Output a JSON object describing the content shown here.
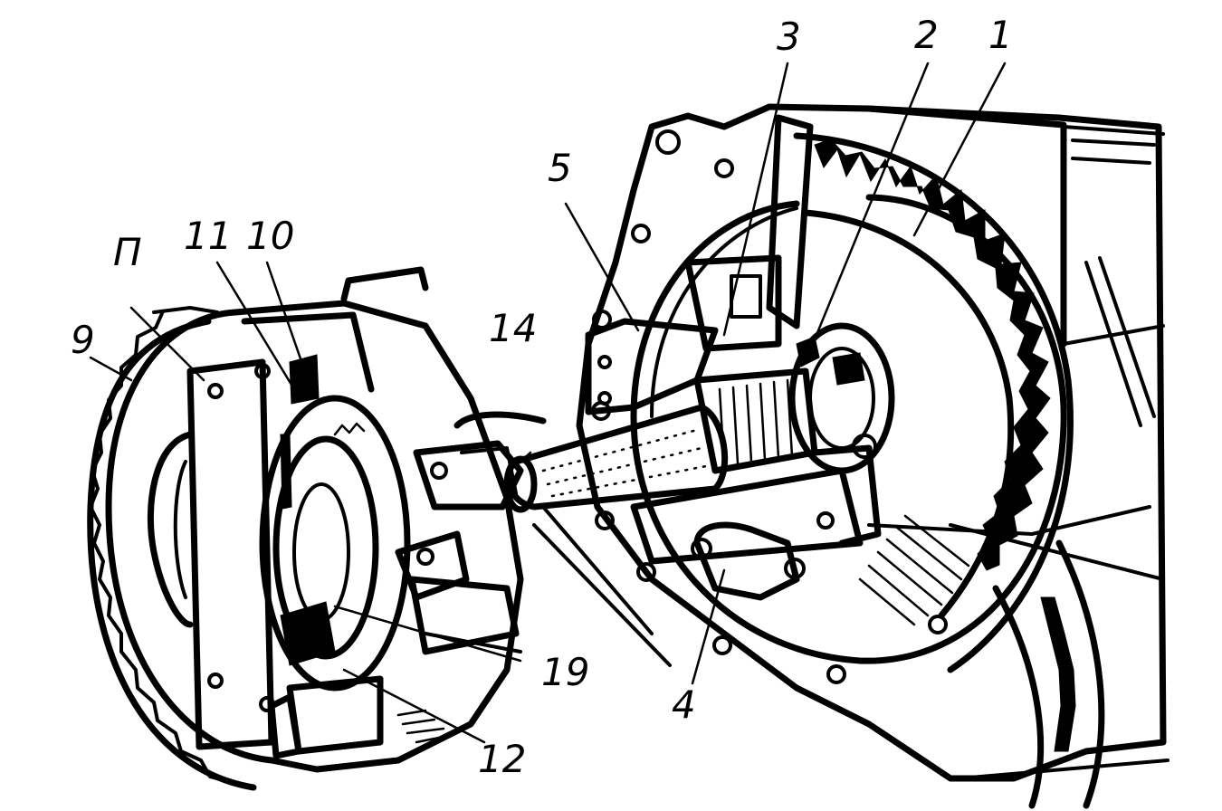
{
  "callouts": [
    {
      "id": "label-1",
      "text": "1"
    },
    {
      "id": "label-2",
      "text": "2"
    },
    {
      "id": "label-3",
      "text": "3"
    },
    {
      "id": "label-4",
      "text": "4"
    },
    {
      "id": "label-5",
      "text": "5"
    },
    {
      "id": "label-9",
      "text": "9"
    },
    {
      "id": "label-10",
      "text": "10"
    },
    {
      "id": "label-11",
      "text": "11"
    },
    {
      "id": "label-12",
      "text": "12"
    },
    {
      "id": "label-14",
      "text": "14"
    },
    {
      "id": "label-19",
      "text": "19"
    },
    {
      "id": "label-p",
      "text": "П"
    }
  ],
  "colors": {
    "ink": "#000000",
    "paper": "#ffffff"
  }
}
